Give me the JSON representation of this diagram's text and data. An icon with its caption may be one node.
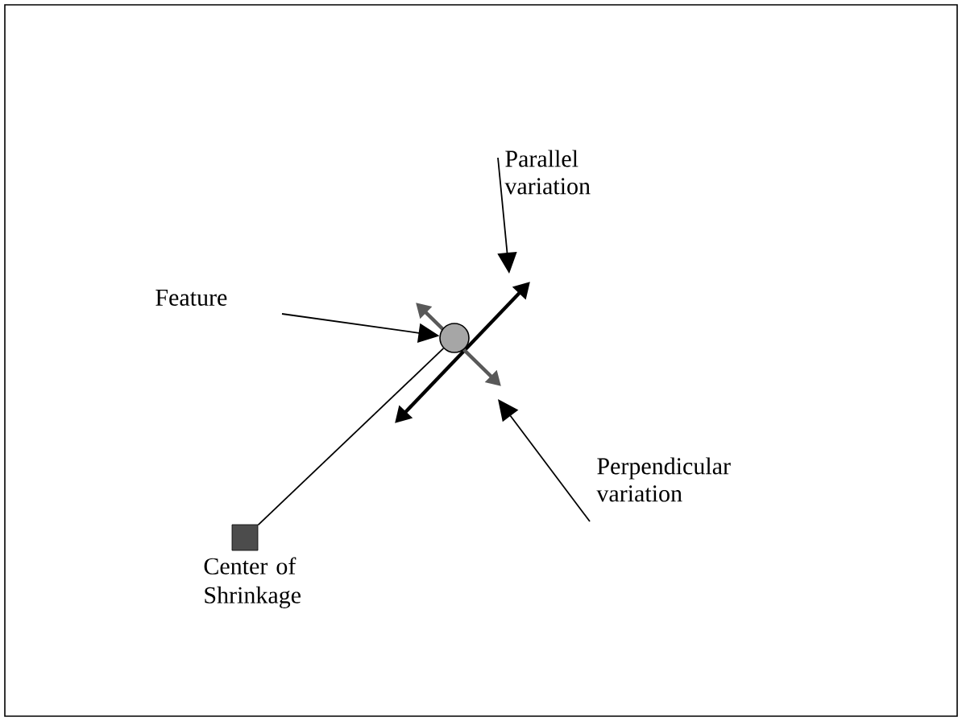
{
  "diagram": {
    "nodes": [
      {
        "text": [
          "Feature"
        ]
      },
      {
        "text": [
          "Parallel variation"
        ]
      },
      {
        "text": [
          "Perpendicular variation"
        ]
      },
      {
        "text": [
          "Center of Shrinkage"
        ]
      },
      {
        "text": [],
        "shape": "circle"
      }
    ],
    "edges": [
      {
        "from": 0,
        "to": 4,
        "arrow": "to"
      },
      {
        "from": 1,
        "to": null,
        "arrow": "to"
      },
      {
        "from": 2,
        "to": null,
        "arrow": "to"
      },
      {
        "from": 3,
        "to": 4,
        "arrow": "none"
      }
    ]
  }
}
